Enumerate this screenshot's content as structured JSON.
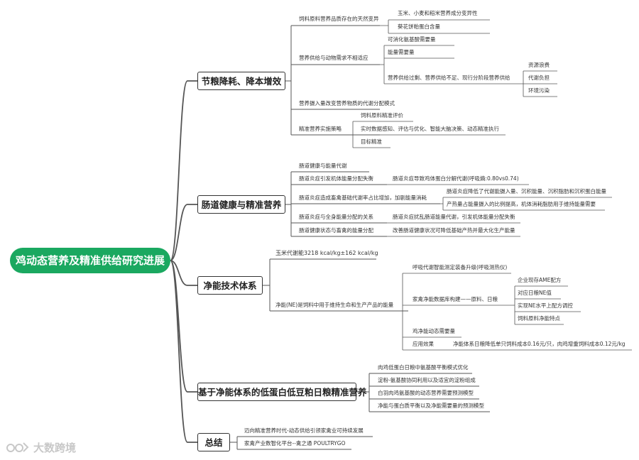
{
  "mindmap": {
    "root": "鸡动态营养及精准供给研究进展",
    "branches": [
      {
        "label": "节粮降耗、降本增效",
        "children": [
          {
            "label": "饲料原料营养品质存在的天然变异",
            "children": [
              {
                "label": "玉米、小麦和稻米营养成分变异性"
              },
              {
                "label": "葵花饼粕蛋白含量"
              }
            ]
          },
          {
            "label": "营养供给与动物需求不相适应",
            "children": [
              {
                "label": "可消化氨基酸需要量"
              },
              {
                "label": "能量需要量"
              },
              {
                "label": "营养供给过剩、营养供给不足、现行分阶段营养供给",
                "children": [
                  {
                    "label": "资源浪费"
                  },
                  {
                    "label": "代谢负担"
                  },
                  {
                    "label": "环境污染"
                  }
                ]
              }
            ]
          },
          {
            "label": "营养摄入量改变营养物质的代谢分配模式"
          },
          {
            "label": "精准营养实施策略",
            "children": [
              {
                "label": "饲料原料精准评价"
              },
              {
                "label": "实时数据感知、评估与优化、智能大脑决策、动态精准执行"
              },
              {
                "label": "目标精准"
              }
            ]
          }
        ]
      },
      {
        "label": "肠道健康与精准营养",
        "children": [
          {
            "label": "肠道健康与能量代谢"
          },
          {
            "label": "肠道炎症引发机体能量分配失衡",
            "children": [
              {
                "label": "肠道炎症导致鸡体蛋白分解代谢(呼吸熵:0.80vs0.74)"
              }
            ]
          },
          {
            "label": "肠道炎症造成畜禽基础代谢率占比增加，加剧能量消耗",
            "children": [
              {
                "label": "肠道炎症降低了代谢能摄入量、沉积能量、沉积脂肪和沉积蛋白能量"
              },
              {
                "label": "产热量占能量摄入的比例提高，机体消耗脂肪用于维持能量需要"
              }
            ]
          },
          {
            "label": "肠道炎症与全身能量分配的关系",
            "children": [
              {
                "label": "肠道炎症扰乱肠道能量代谢，引发机体能量分配失衡"
              }
            ]
          },
          {
            "label": "肠道健康状态与畜禽的能量分配",
            "children": [
              {
                "label": "改善肠道健康状况可降低基础产热并最大化生产能量"
              }
            ]
          }
        ]
      },
      {
        "label": "净能技术体系",
        "children": [
          {
            "label": "玉米代谢能3218 kcal/kg±162 kcal/kg"
          },
          {
            "label": "净能(NE)是饲料中用于维持生命和生产产品的能量",
            "children": [
              {
                "label": "呼吸代谢智能测定装备升级(呼吸测热仪)"
              },
              {
                "label": "家禽净能数据库构建——原料、日粮",
                "children": [
                  {
                    "label": "企业现存AME配方"
                  },
                  {
                    "label": "对应日粮NE值"
                  },
                  {
                    "label": "实现NE水平上配方调控"
                  },
                  {
                    "label": "饲料原料净能特点"
                  }
                ]
              },
              {
                "label": "鸡净能动态需要量"
              },
              {
                "label": "应用效果",
                "children": [
                  {
                    "label": "净能体系日粮降低单只饲料成本0.16元/只，肉鸡增重饲料成本0.12元/kg"
                  }
                ]
              }
            ]
          }
        ]
      },
      {
        "label": "基于净能体系的低蛋白低豆粕日粮精准营养",
        "children": [
          {
            "label": "肉鸡低蛋白日粮中氨基酸平衡模式优化"
          },
          {
            "label": "淀粉-氨基酸协同利用以及适宜的淀粉组成"
          },
          {
            "label": "白羽肉鸡氨基酸的动态营养需要预测模型"
          },
          {
            "label": "净能与蛋白质平衡以及净能需要量的预测模型"
          }
        ]
      },
      {
        "label": "总结",
        "children": [
          {
            "label": "迈向精准营养时代-动态供给引领家禽业可持续发展"
          },
          {
            "label": "家禽产业数智化平台--禽之通 POULTRYGO"
          }
        ]
      }
    ]
  },
  "watermark": {
    "text": "大数跨境",
    "icon": "dashuo-logo-icon"
  },
  "colors": {
    "root_fill": "#1aa860",
    "line": "#555555",
    "text": "#333333",
    "watermark": "#c8c8c8"
  }
}
